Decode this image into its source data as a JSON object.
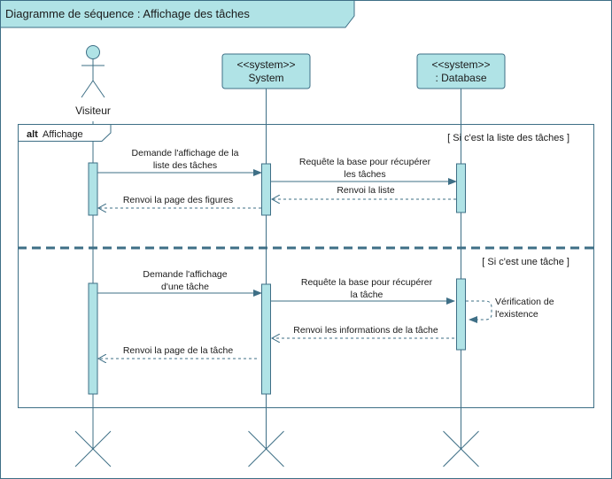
{
  "diagram": {
    "title": "Diagramme de séquence : Affichage des tâches",
    "participants": {
      "actor": {
        "name": "Visiteur"
      },
      "system": {
        "stereotype": "<<system>>",
        "name": "System"
      },
      "database": {
        "stereotype": "<<system>>",
        "name": ": Database"
      }
    },
    "fragment": {
      "keyword": "alt",
      "name": "Affichage",
      "guard1": "[ Si c'est la liste des tâches ]",
      "guard2": "[ Si c'est une tâche ]"
    },
    "messages": {
      "m1": {
        "line1": "Demande l'affichage de la",
        "line2": "liste des tâches"
      },
      "m2": {
        "line1": "Requête la base pour récupérer",
        "line2": "les tâches"
      },
      "m3": {
        "line1": "Renvoi la liste"
      },
      "m4": {
        "line1": "Renvoi la page des figures"
      },
      "m5": {
        "line1": "Demande l'affichage",
        "line2": "d'une tâche"
      },
      "m6": {
        "line1": "Requête la base pour récupérer",
        "line2": "la tâche"
      },
      "m7": {
        "line1": "Vérification de",
        "line2": "l'existence"
      },
      "m8": {
        "line1": "Renvoi les informations de la tâche"
      },
      "m9": {
        "line1": "Renvoi la page de la tâche"
      }
    },
    "colors": {
      "accent": "#3e6f86",
      "box_fill": "#b0e3e6",
      "frame_fill": "#ffffff"
    }
  }
}
